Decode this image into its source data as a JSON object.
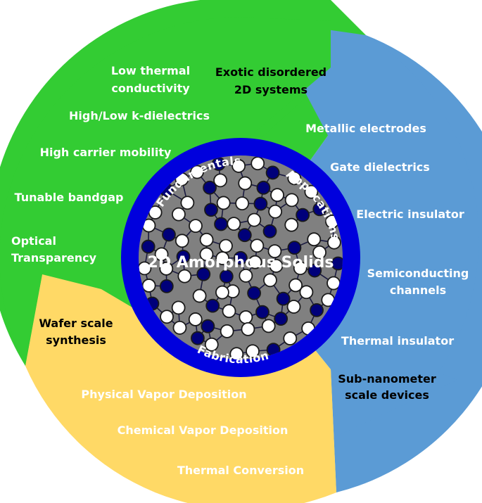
{
  "center": {
    "title": "2D Amorphous Solids"
  },
  "ring": {
    "top_left": "Fundamentals",
    "top_right": "Applications",
    "bottom": "Fabrication"
  },
  "fundamentals": {
    "heading": [
      "Exotic disordered",
      "2D systems"
    ],
    "items": [
      [
        "Low thermal",
        "conductivity"
      ],
      [
        "High/Low k-dielectrics"
      ],
      [
        "High carrier mobility"
      ],
      [
        "Tunable bandgap"
      ],
      [
        "Optical",
        "Transparency"
      ]
    ]
  },
  "applications": {
    "heading": [
      "Sub-nanometer",
      "scale devices"
    ],
    "items": [
      [
        "Metallic electrodes"
      ],
      [
        "Gate dielectrics"
      ],
      [
        "Electric insulator"
      ],
      [
        "Semiconducting",
        "channels"
      ],
      [
        "Thermal insulator"
      ]
    ]
  },
  "fabrication": {
    "heading": [
      "Wafer scale",
      "synthesis"
    ],
    "items": [
      [
        "Physical Vapor Deposition"
      ],
      [
        "Chemical Vapor Deposition"
      ],
      [
        "Thermal Conversion"
      ]
    ]
  },
  "colors": {
    "fundamentals": "#33cc33",
    "applications": "#5b9bd5",
    "fabrication": "#ffd966",
    "ring": "#0000dd",
    "core": "#808080",
    "atom_dark": "#00007a",
    "atom_light": "#ffffff"
  }
}
